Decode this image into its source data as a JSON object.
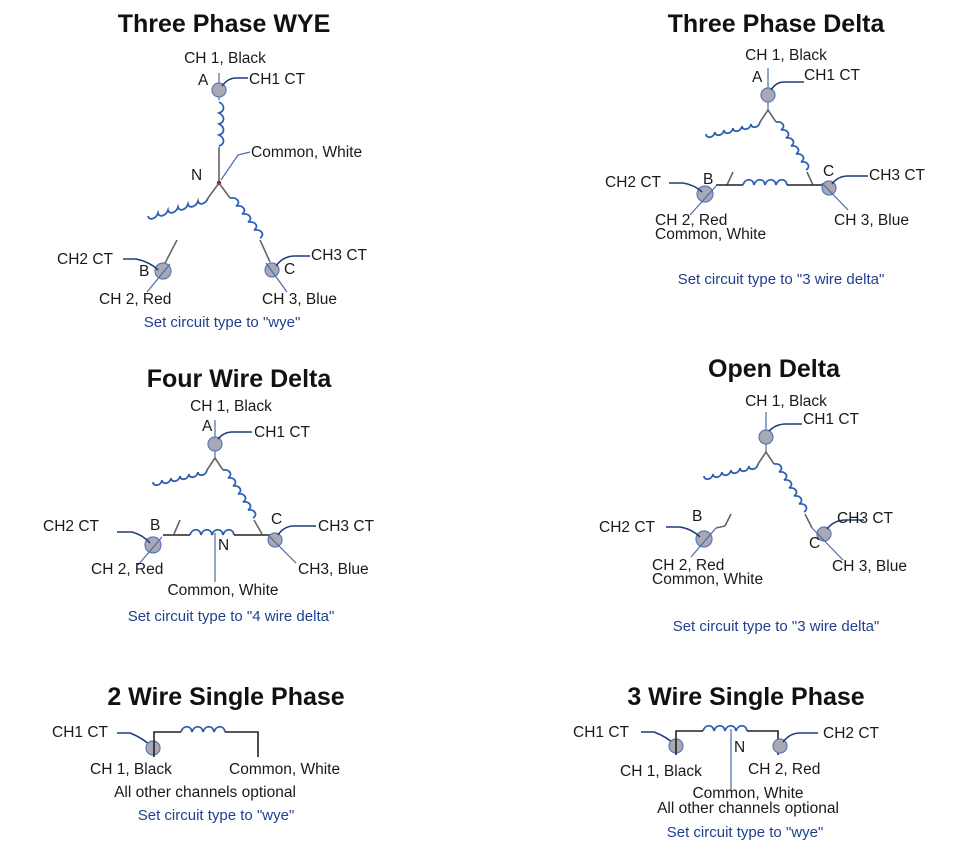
{
  "colors": {
    "wire": "#222222",
    "coil": "#2f5fb0",
    "ct_fill": "#a9a9b4",
    "ct_stroke": "#5a78b5",
    "lead": "#1d3d7a",
    "neutral_dot": "#8b1a1a",
    "note": "#1f3f8f"
  },
  "panels": {
    "wye": {
      "title": "Three Phase WYE",
      "ch1": "CH 1, Black",
      "ch1ct": "CH1 CT",
      "a": "A",
      "n": "N",
      "common": "Common, White",
      "ch2ct": "CH2 CT",
      "b": "B",
      "c": "C",
      "ch3ct": "CH3 CT",
      "ch2": "CH 2, Red",
      "ch3": "CH 3, Blue",
      "note": "Set circuit type to \"wye\""
    },
    "delta": {
      "title": "Three Phase Delta",
      "ch1": "CH 1, Black",
      "a": "A",
      "ch1ct": "CH1 CT",
      "ch2ct": "CH2 CT",
      "b": "B",
      "c": "C",
      "ch3ct": "CH3 CT",
      "ch2": "CH 2, Red",
      "common": "Common, White",
      "ch3": "CH 3, Blue",
      "note": "Set circuit type to \"3 wire delta\""
    },
    "four_wire_delta": {
      "title": "Four Wire Delta",
      "ch1": "CH 1, Black",
      "a": "A",
      "ch1ct": "CH1 CT",
      "ch2ct": "CH2 CT",
      "b": "B",
      "c": "C",
      "ch3ct": "CH3 CT",
      "n": "N",
      "ch2": "CH 2, Red",
      "ch3": "CH3, Blue",
      "common": "Common, White",
      "note": "Set circuit type to \"4 wire delta\""
    },
    "open_delta": {
      "title": "Open Delta",
      "ch1": "CH 1, Black",
      "ch1ct": "CH1 CT",
      "ch2ct": "CH2 CT",
      "b": "B",
      "c": "C",
      "ch3ct": "CH3 CT",
      "ch2": "CH 2, Red",
      "common": "Common, White",
      "ch3": "CH 3, Blue",
      "note": "Set circuit type to \"3 wire delta\""
    },
    "two_wire": {
      "title": "2 Wire Single Phase",
      "ch1ct": "CH1 CT",
      "ch1": "CH 1, Black",
      "common": "Common, White",
      "optional": "All other channels optional",
      "note": "Set circuit type to \"wye\""
    },
    "three_wire": {
      "title": "3 Wire Single Phase",
      "ch1ct": "CH1 CT",
      "ch2ct": "CH2 CT",
      "n": "N",
      "ch1": "CH 1, Black",
      "ch2": "CH 2, Red",
      "common": "Common, White",
      "optional": "All other channels optional",
      "note": "Set circuit type to \"wye\""
    }
  }
}
